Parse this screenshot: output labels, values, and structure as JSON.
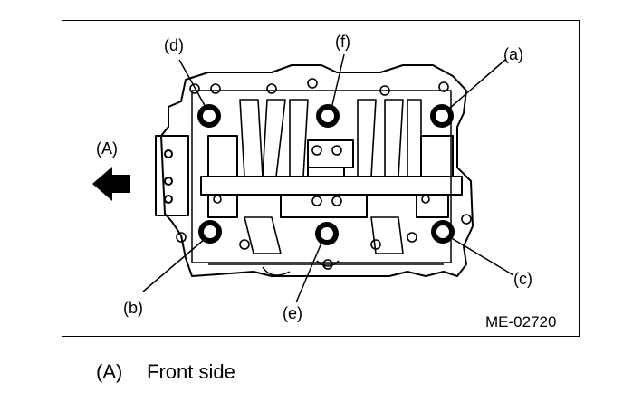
{
  "figure": {
    "code": "ME-02720",
    "direction_label": "(A)",
    "bolt_labels": [
      "(a)",
      "(b)",
      "(c)",
      "(d)",
      "(e)",
      "(f)"
    ]
  },
  "legend": [
    {
      "key": "(A)",
      "text": "Front side"
    }
  ],
  "colors": {
    "ink": "#000000",
    "paper": "#ffffff"
  }
}
